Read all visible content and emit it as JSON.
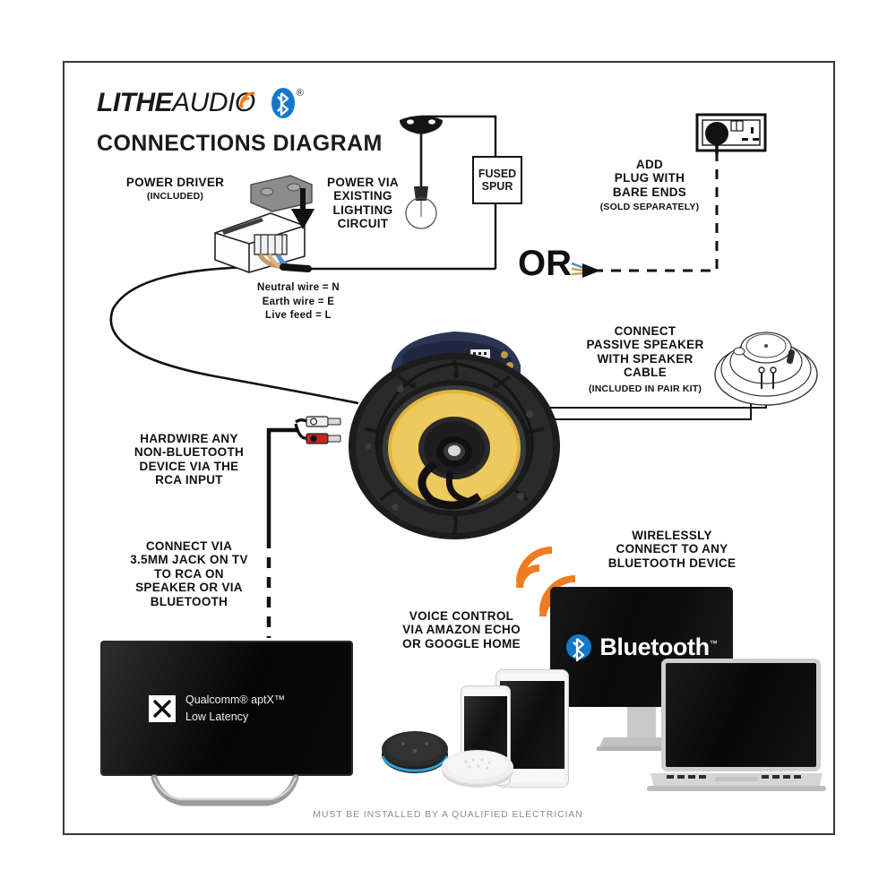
{
  "brand": {
    "logo_part1": "LITHE",
    "logo_part2": "AUDIO",
    "wifi_icon": "wifi-arc-icon",
    "bluetooth_icon": "bluetooth-icon",
    "registered_mark": "®",
    "title": "CONNECTIONS DIAGRAM",
    "orange": "#F07C20",
    "blue": "#1478C8"
  },
  "labels": {
    "power_driver": "POWER DRIVER",
    "power_driver_sub": "(INCLUDED)",
    "power_via": "POWER VIA\nEXISTING\nLIGHTING\nCIRCUIT",
    "fused_spur": "FUSED\nSPUR",
    "or": "OR",
    "add_plug": "ADD\nPLUG WITH\nBARE ENDS",
    "add_plug_sub": "(SOLD SEPARATELY)",
    "wire_key": "Neutral wire = N\nEarth wire = E\nLive feed = L",
    "passive_speaker": "CONNECT\nPASSIVE SPEAKER\nWITH SPEAKER\nCABLE",
    "passive_speaker_sub": "(INCLUDED IN PAIR KIT)",
    "hardwire": "HARDWIRE ANY\nNON-BLUETOOTH\nDEVICE VIA THE\nRCA INPUT",
    "jack_35mm": "CONNECT VIA\n3.5MM JACK ON TV\nTO RCA ON\nSPEAKER OR VIA\nBLUETOOTH",
    "wireless": "WIRELESSLY\nCONNECT TO ANY\nBLUETOOTH DEVICE",
    "voice_control": "VOICE CONTROL\nVIA AMAZON ECHO\nOR GOOGLE HOME",
    "footer": "MUST BE INSTALLED BY A QUALIFIED ELECTRICIAN"
  },
  "tv": {
    "badge_line1": "Qualcomm® aptX™",
    "badge_line2": "Low Latency",
    "badge_icon": "aptx-x-icon"
  },
  "monitor": {
    "bluetooth_word": "Bluetooth",
    "trademark": "™",
    "bluetooth_icon": "bluetooth-round-icon"
  },
  "devices": {
    "echo_dot": "echo-dot-icon",
    "google_home": "google-home-mini-icon",
    "phone": "smartphone-icon",
    "tablet": "tablet-icon",
    "desktop": "desktop-monitor-icon",
    "laptop": "laptop-icon"
  },
  "hardware": {
    "driver": "power-driver-icon",
    "pendant_lamp": "pendant-lamp-icon",
    "wall_socket": "wall-socket-icon",
    "passive_speaker": "passive-speaker-icon",
    "main_speaker": "ceiling-speaker-icon",
    "rca_plugs": "rca-plug-pair-icon"
  }
}
